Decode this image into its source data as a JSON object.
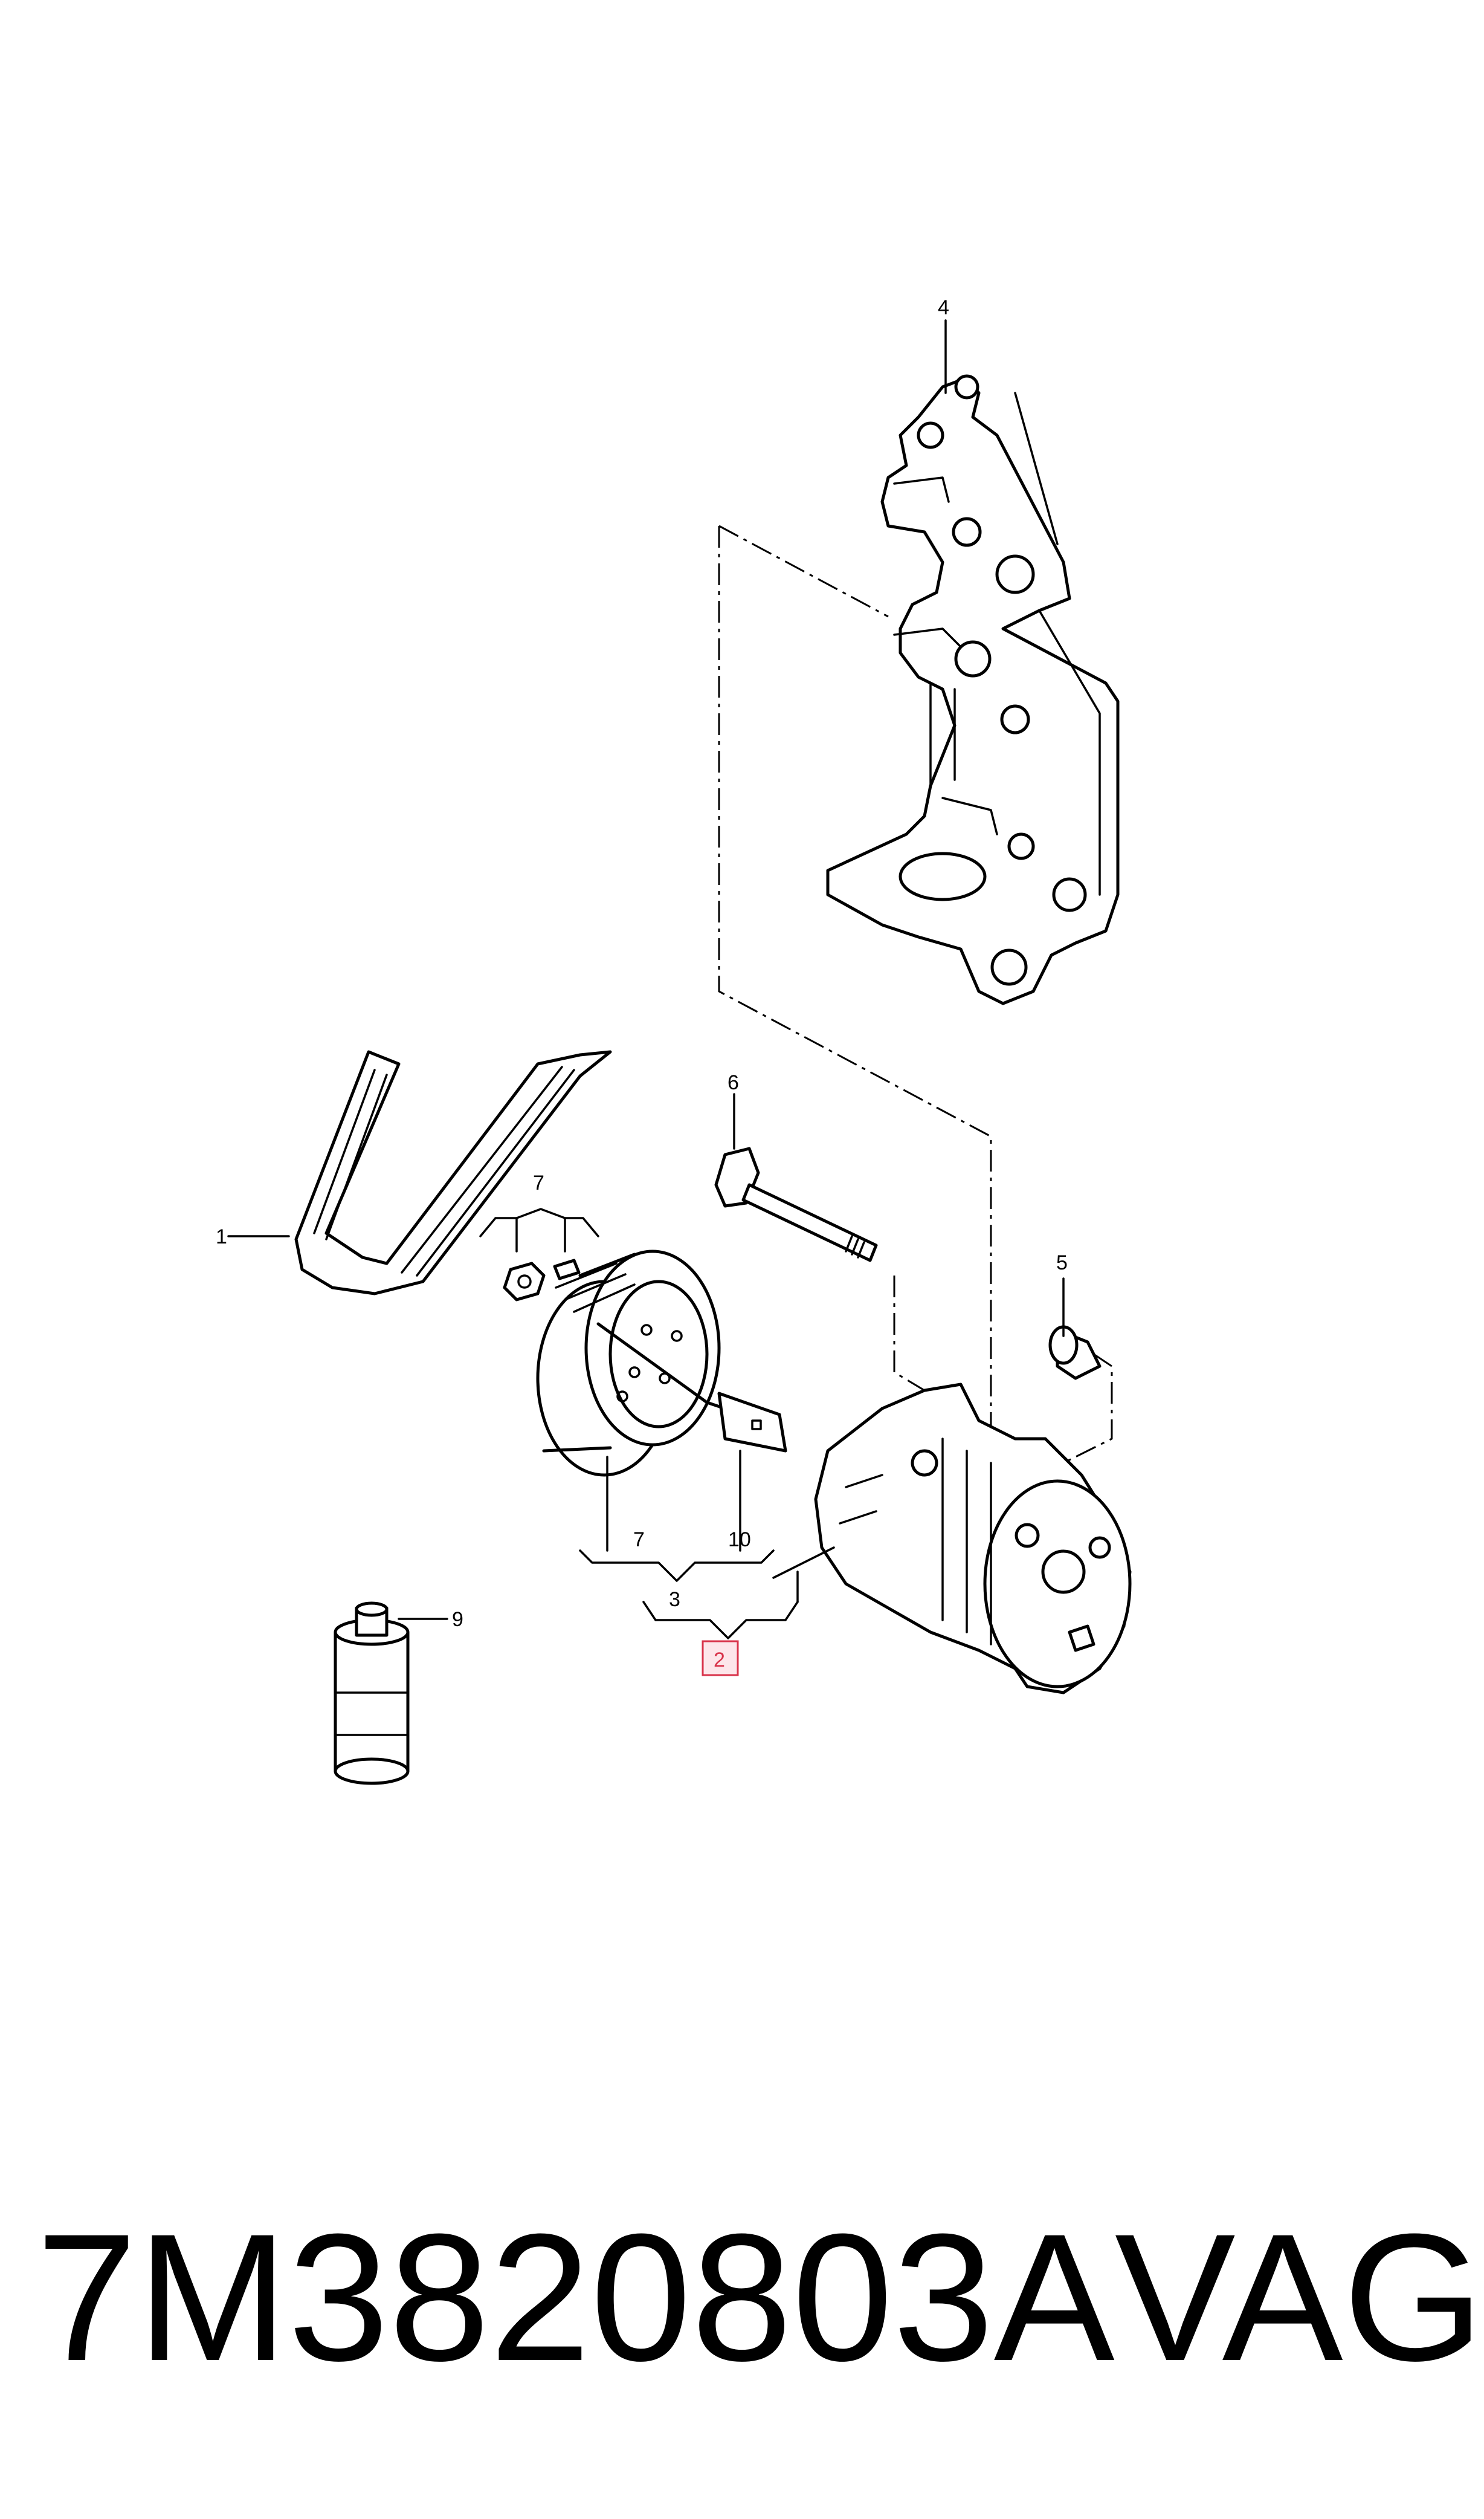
{
  "callouts": {
    "c1": "1",
    "c2": "2",
    "c3": "3",
    "c4": "4",
    "c5": "5",
    "c6": "6",
    "c7a": "7",
    "c7b": "7",
    "c9": "9",
    "c10": "10"
  },
  "highlight_color": "#d8334a",
  "caption": {
    "part_number": "7M3820803A",
    "brand": "VAG"
  }
}
